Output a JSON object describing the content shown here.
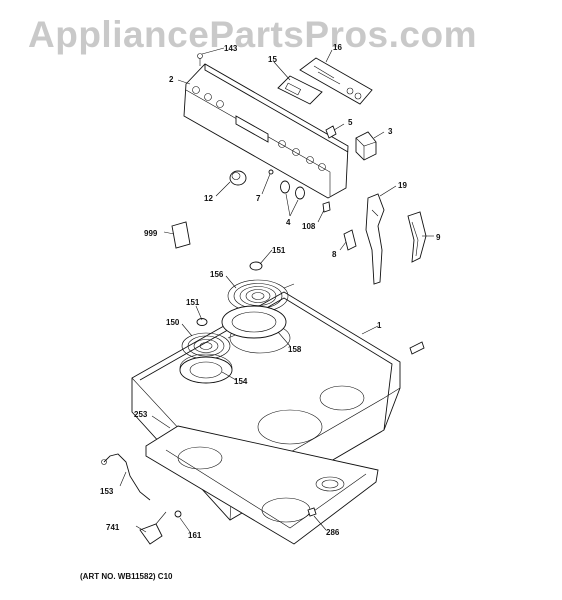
{
  "watermark": "AppliancePartsPros.com",
  "art_number": "(ART NO. WB11582) C10",
  "callouts": {
    "c143": "143",
    "c16": "16",
    "c2": "2",
    "c15": "15",
    "c5": "5",
    "c3": "3",
    "c12": "12",
    "c7": "7",
    "c4": "4",
    "c108": "108",
    "c19": "19",
    "c999": "999",
    "c8": "8",
    "c9": "9",
    "c151a": "151",
    "c156": "156",
    "c151b": "151",
    "c150": "150",
    "c158": "158",
    "c154": "154",
    "c1": "1",
    "c253": "253",
    "c153": "153",
    "c741": "741",
    "c161": "161",
    "c286": "286"
  }
}
